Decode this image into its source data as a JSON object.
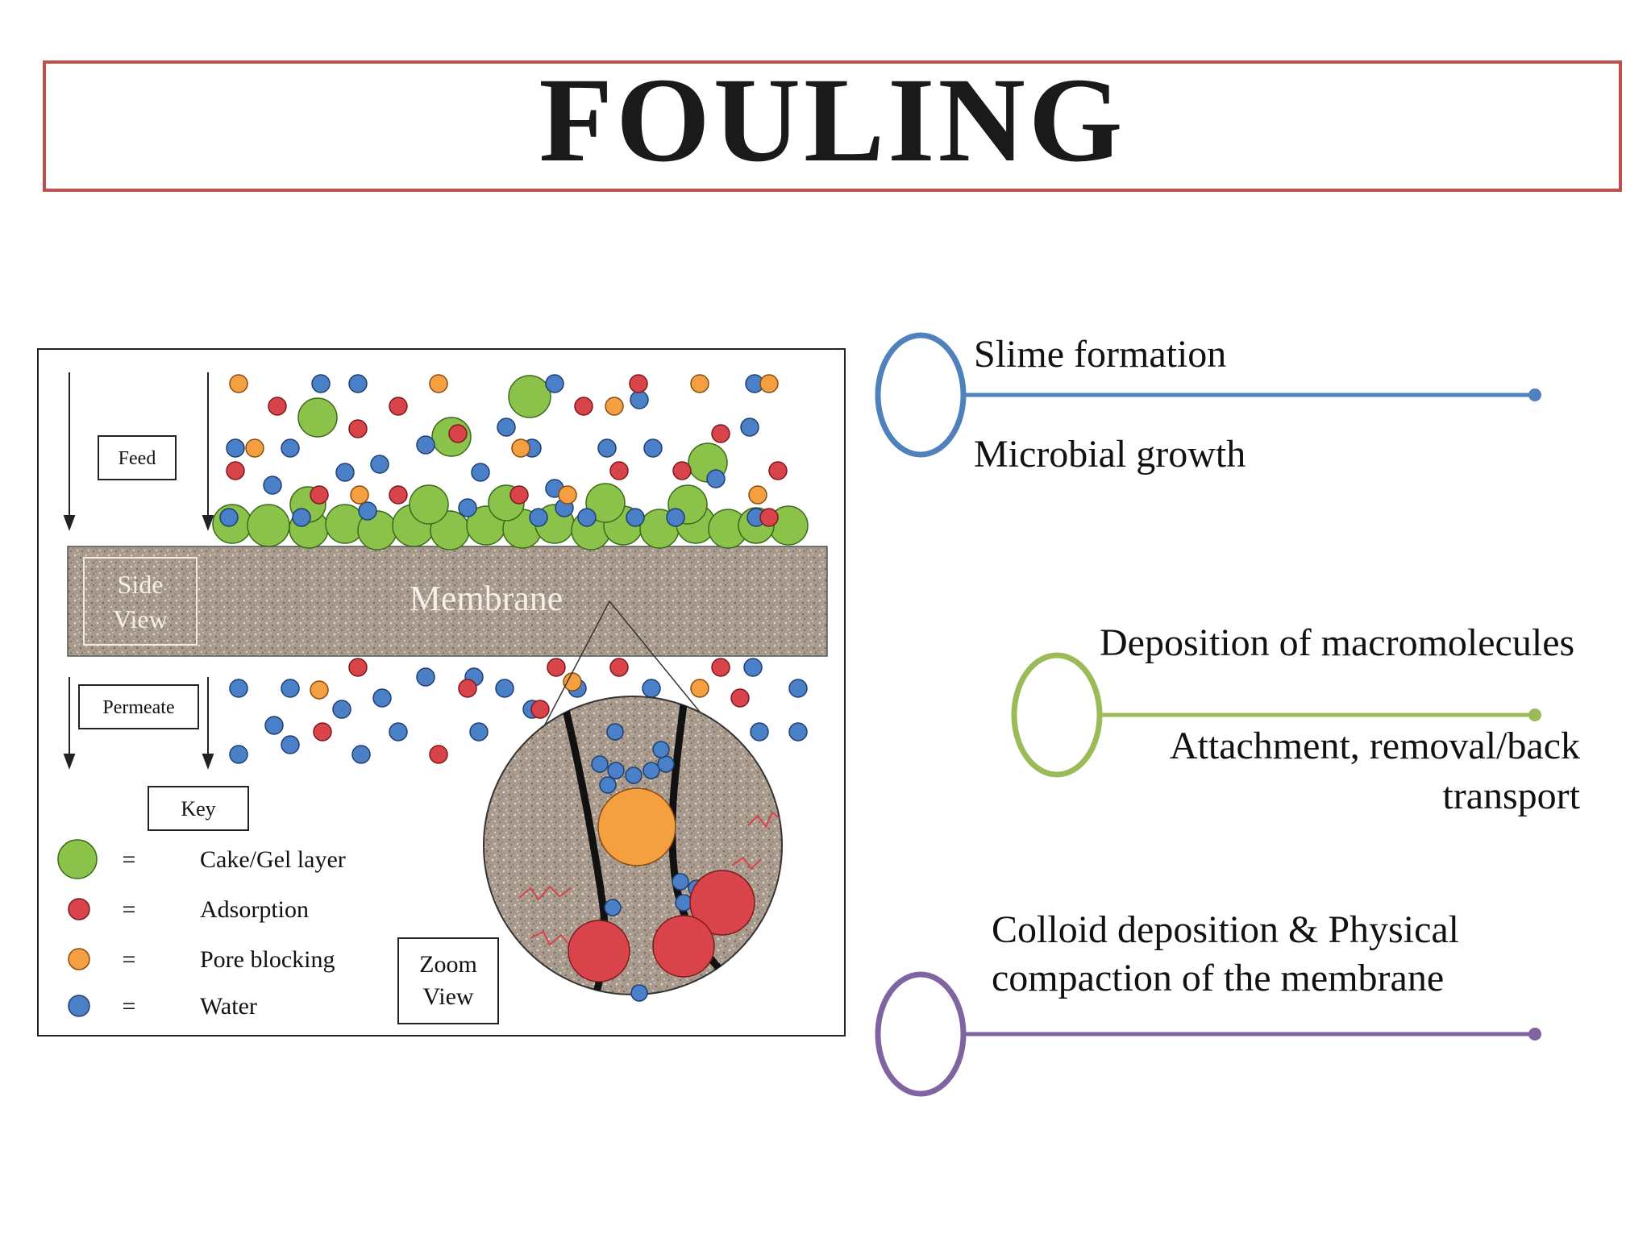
{
  "title": "FOULING",
  "diagram": {
    "feed_label": "Feed",
    "permeate_label": "Permeate",
    "side_view_label": [
      "Side",
      "View"
    ],
    "membrane_label": "Membrane",
    "key_label": "Key",
    "zoom_view_label": [
      "Zoom",
      "View"
    ],
    "legend": [
      {
        "symbol": "=",
        "label": "Cake/Gel layer",
        "color": "#8bc34a"
      },
      {
        "symbol": "=",
        "label": "Adsorption",
        "color": "#d9434a"
      },
      {
        "symbol": "=",
        "label": "Pore blocking",
        "color": "#f5a040"
      },
      {
        "symbol": "=",
        "label": "Water",
        "color": "#4a80c8"
      }
    ]
  },
  "fouling_types": [
    {
      "top": "Slime formation",
      "bottom": "Microbial growth",
      "color": "#4f81bd"
    },
    {
      "top": "Deposition of macromolecules",
      "bottom": [
        "Attachment, removal/back",
        "transport"
      ],
      "color": "#9bbb59"
    },
    {
      "top": [
        "Colloid deposition & Physical",
        "compaction of the membrane"
      ],
      "color": "#8064a2"
    }
  ]
}
